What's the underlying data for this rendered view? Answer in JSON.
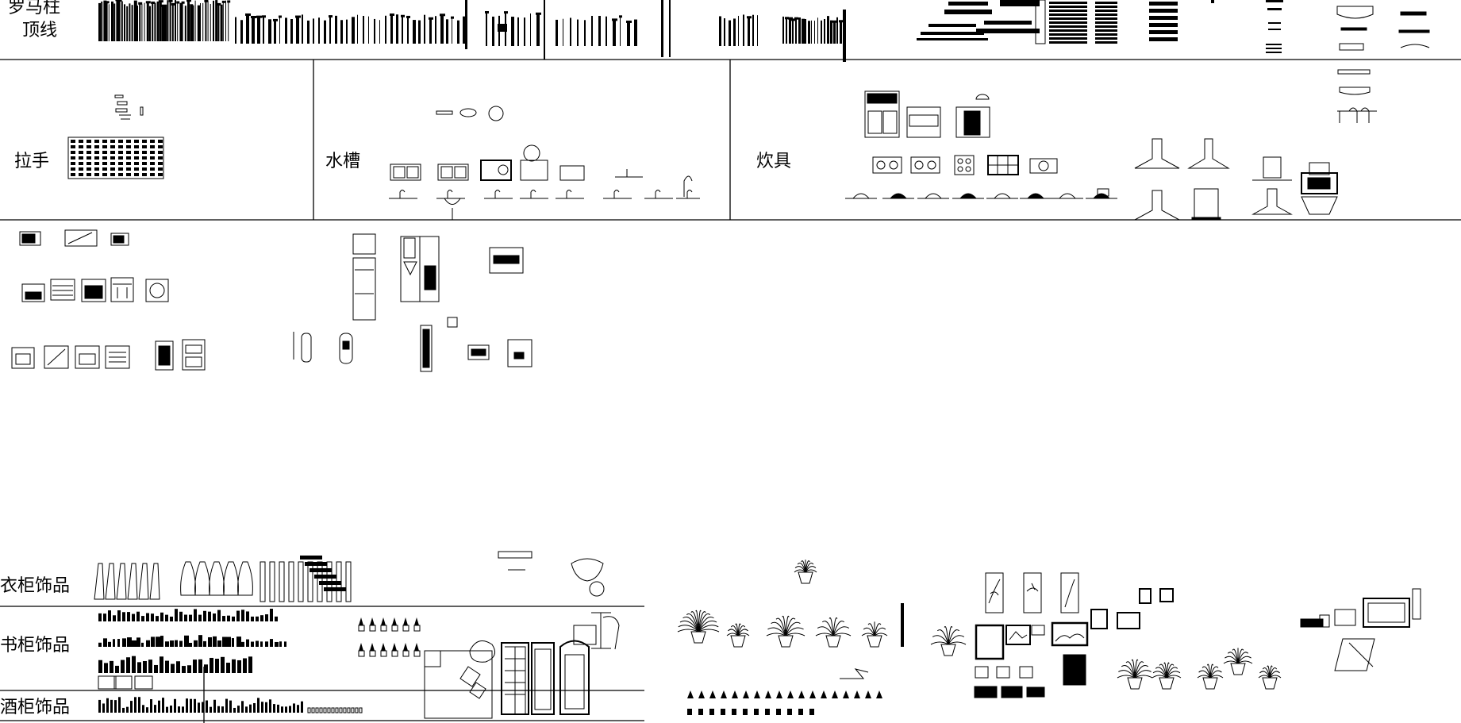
{
  "sheet": {
    "background": "#ffffff",
    "ink": "#000000"
  },
  "labels": {
    "roman_column": "罗马柱",
    "top_molding": "顶线",
    "handle": "拉手",
    "sink": "水槽",
    "kitchenware": "炊具",
    "wardrobe_deco": "衣柜饰品",
    "bookcase_deco": "书柜饰品",
    "wine_cabinet_deco": "酒柜饰品"
  },
  "icons": {
    "columns": "roman-column-elevations",
    "moldings": "top-molding-profiles",
    "handles": "cabinet-handle-grid",
    "sinks": "kitchen-sink-blocks",
    "cookware": "cooker-hood-stove-blocks",
    "appliances": "kitchen-appliance-blocks",
    "wardrobe": "hanging-clothes-blocks",
    "bookcase": "book-ornament-blocks",
    "wine": "bottle-blocks",
    "plants": "potted-plant-blocks",
    "paintings": "framed-painting-blocks"
  }
}
